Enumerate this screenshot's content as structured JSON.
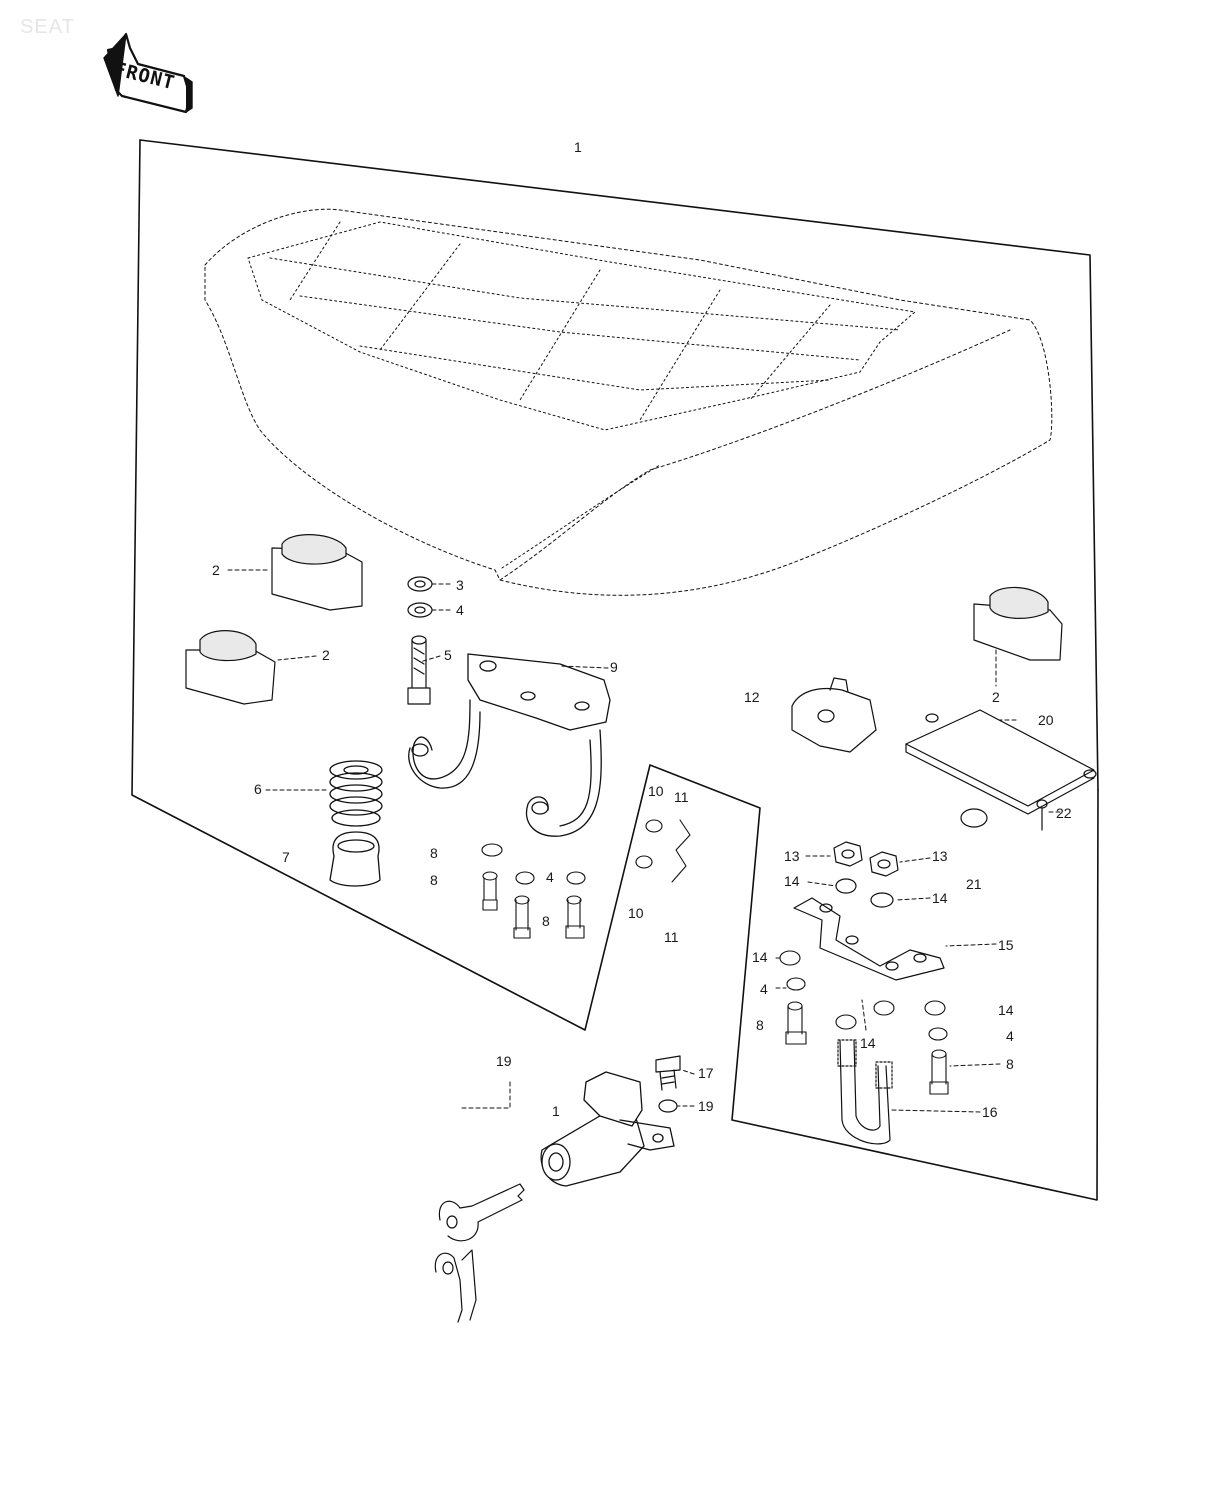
{
  "page": {
    "title": "SEAT",
    "direction_label": "FRONT"
  },
  "callouts": [
    {
      "id": "c1",
      "text": "1"
    },
    {
      "id": "c2a",
      "text": "2"
    },
    {
      "id": "c2b",
      "text": "2"
    },
    {
      "id": "c2c",
      "text": "2"
    },
    {
      "id": "c3",
      "text": "3"
    },
    {
      "id": "c4a",
      "text": "4"
    },
    {
      "id": "c5",
      "text": "5"
    },
    {
      "id": "c9",
      "text": "9"
    },
    {
      "id": "c6",
      "text": "6"
    },
    {
      "id": "c7",
      "text": "7"
    },
    {
      "id": "c8a",
      "text": "8"
    },
    {
      "id": "c8b",
      "text": "8"
    },
    {
      "id": "c4b",
      "text": "4"
    },
    {
      "id": "c8c",
      "text": "8"
    },
    {
      "id": "c10a",
      "text": "10"
    },
    {
      "id": "c11a",
      "text": "11"
    },
    {
      "id": "c10b",
      "text": "10"
    },
    {
      "id": "c11b",
      "text": "11"
    },
    {
      "id": "c12",
      "text": "12"
    },
    {
      "id": "c20",
      "text": "20"
    },
    {
      "id": "c22",
      "text": "22"
    },
    {
      "id": "c13a",
      "text": "13"
    },
    {
      "id": "c13b",
      "text": "13"
    },
    {
      "id": "c14a",
      "text": "14"
    },
    {
      "id": "c21",
      "text": "21"
    },
    {
      "id": "c14b",
      "text": "14"
    },
    {
      "id": "c15",
      "text": "15"
    },
    {
      "id": "c14c",
      "text": "14"
    },
    {
      "id": "c4c",
      "text": "4"
    },
    {
      "id": "c8d",
      "text": "8"
    },
    {
      "id": "c14d",
      "text": "14"
    },
    {
      "id": "c4d",
      "text": "4"
    },
    {
      "id": "c8e",
      "text": "8"
    },
    {
      "id": "c14e",
      "text": "14"
    },
    {
      "id": "c16",
      "text": "16"
    },
    {
      "id": "c19a",
      "text": "19"
    },
    {
      "id": "c1b",
      "text": "1"
    },
    {
      "id": "c17",
      "text": "17"
    },
    {
      "id": "c19b",
      "text": "19"
    }
  ]
}
